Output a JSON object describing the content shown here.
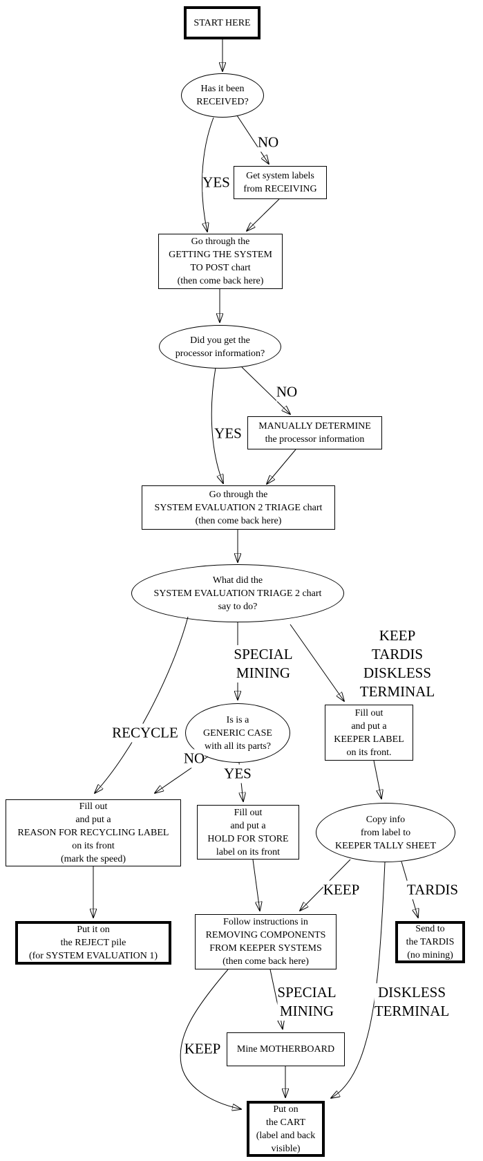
{
  "diagram": {
    "background_color": "#ffffff",
    "line_color": "#000000",
    "nodes": {
      "start": "START HERE",
      "received_q": "Has it been\nRECEIVED?",
      "get_labels": "Get system labels\nfrom RECEIVING",
      "getting_post": "Go through the\nGETTING THE SYSTEM\nTO POST chart\n(then come back here)",
      "processor_q": "Did you get the\nprocessor information?",
      "manually_determine": "MANUALLY DETERMINE\nthe processor information",
      "eval_triage": "Go through the\nSYSTEM EVALUATION 2 TRIAGE chart\n(then come back here)",
      "what_q": "What did the\nSYSTEM EVALUATION TRIAGE 2 chart\nsay to do?",
      "generic_q": "Is is a\nGENERIC CASE\nwith all its parts?",
      "keeper_label": "Fill out\nand put a\nKEEPER LABEL\non its front.",
      "recycling_label": "Fill out\nand put a\nREASON FOR RECYCLING LABEL\non its front\n(mark the speed)",
      "hold_store": "Fill out\nand put a\nHOLD FOR STORE\nlabel on its front",
      "copy_info": "Copy info\nfrom label to\nKEEPER TALLY SHEET",
      "reject_pile": "Put it on\nthe REJECT pile\n(for SYSTEM EVALUATION 1)",
      "follow_removing": "Follow instructions in\nREMOVING COMPONENTS\nFROM KEEPER SYSTEMS\n(then come back here)",
      "send_tardis": "Send to\nthe TARDIS\n(no mining)",
      "mine_motherboard": "Mine MOTHERBOARD",
      "put_cart": "Put on\nthe CART\n(label and back\nvisible)"
    },
    "edge_labels": {
      "no_received": "NO",
      "yes_received": "YES",
      "no_processor": "NO",
      "yes_processor": "YES",
      "special_mining_1": "SPECIAL\nMINING",
      "keep_tardis_diskless": "KEEP\nTARDIS\nDISKLESS TERMINAL",
      "recycle": "RECYCLE",
      "no_generic": "NO",
      "yes_generic": "YES",
      "keep_1": "KEEP",
      "tardis": "TARDIS",
      "special_mining_2": "SPECIAL\nMINING",
      "diskless_terminal": "DISKLESS\nTERMINAL",
      "keep_2": "KEEP"
    }
  }
}
